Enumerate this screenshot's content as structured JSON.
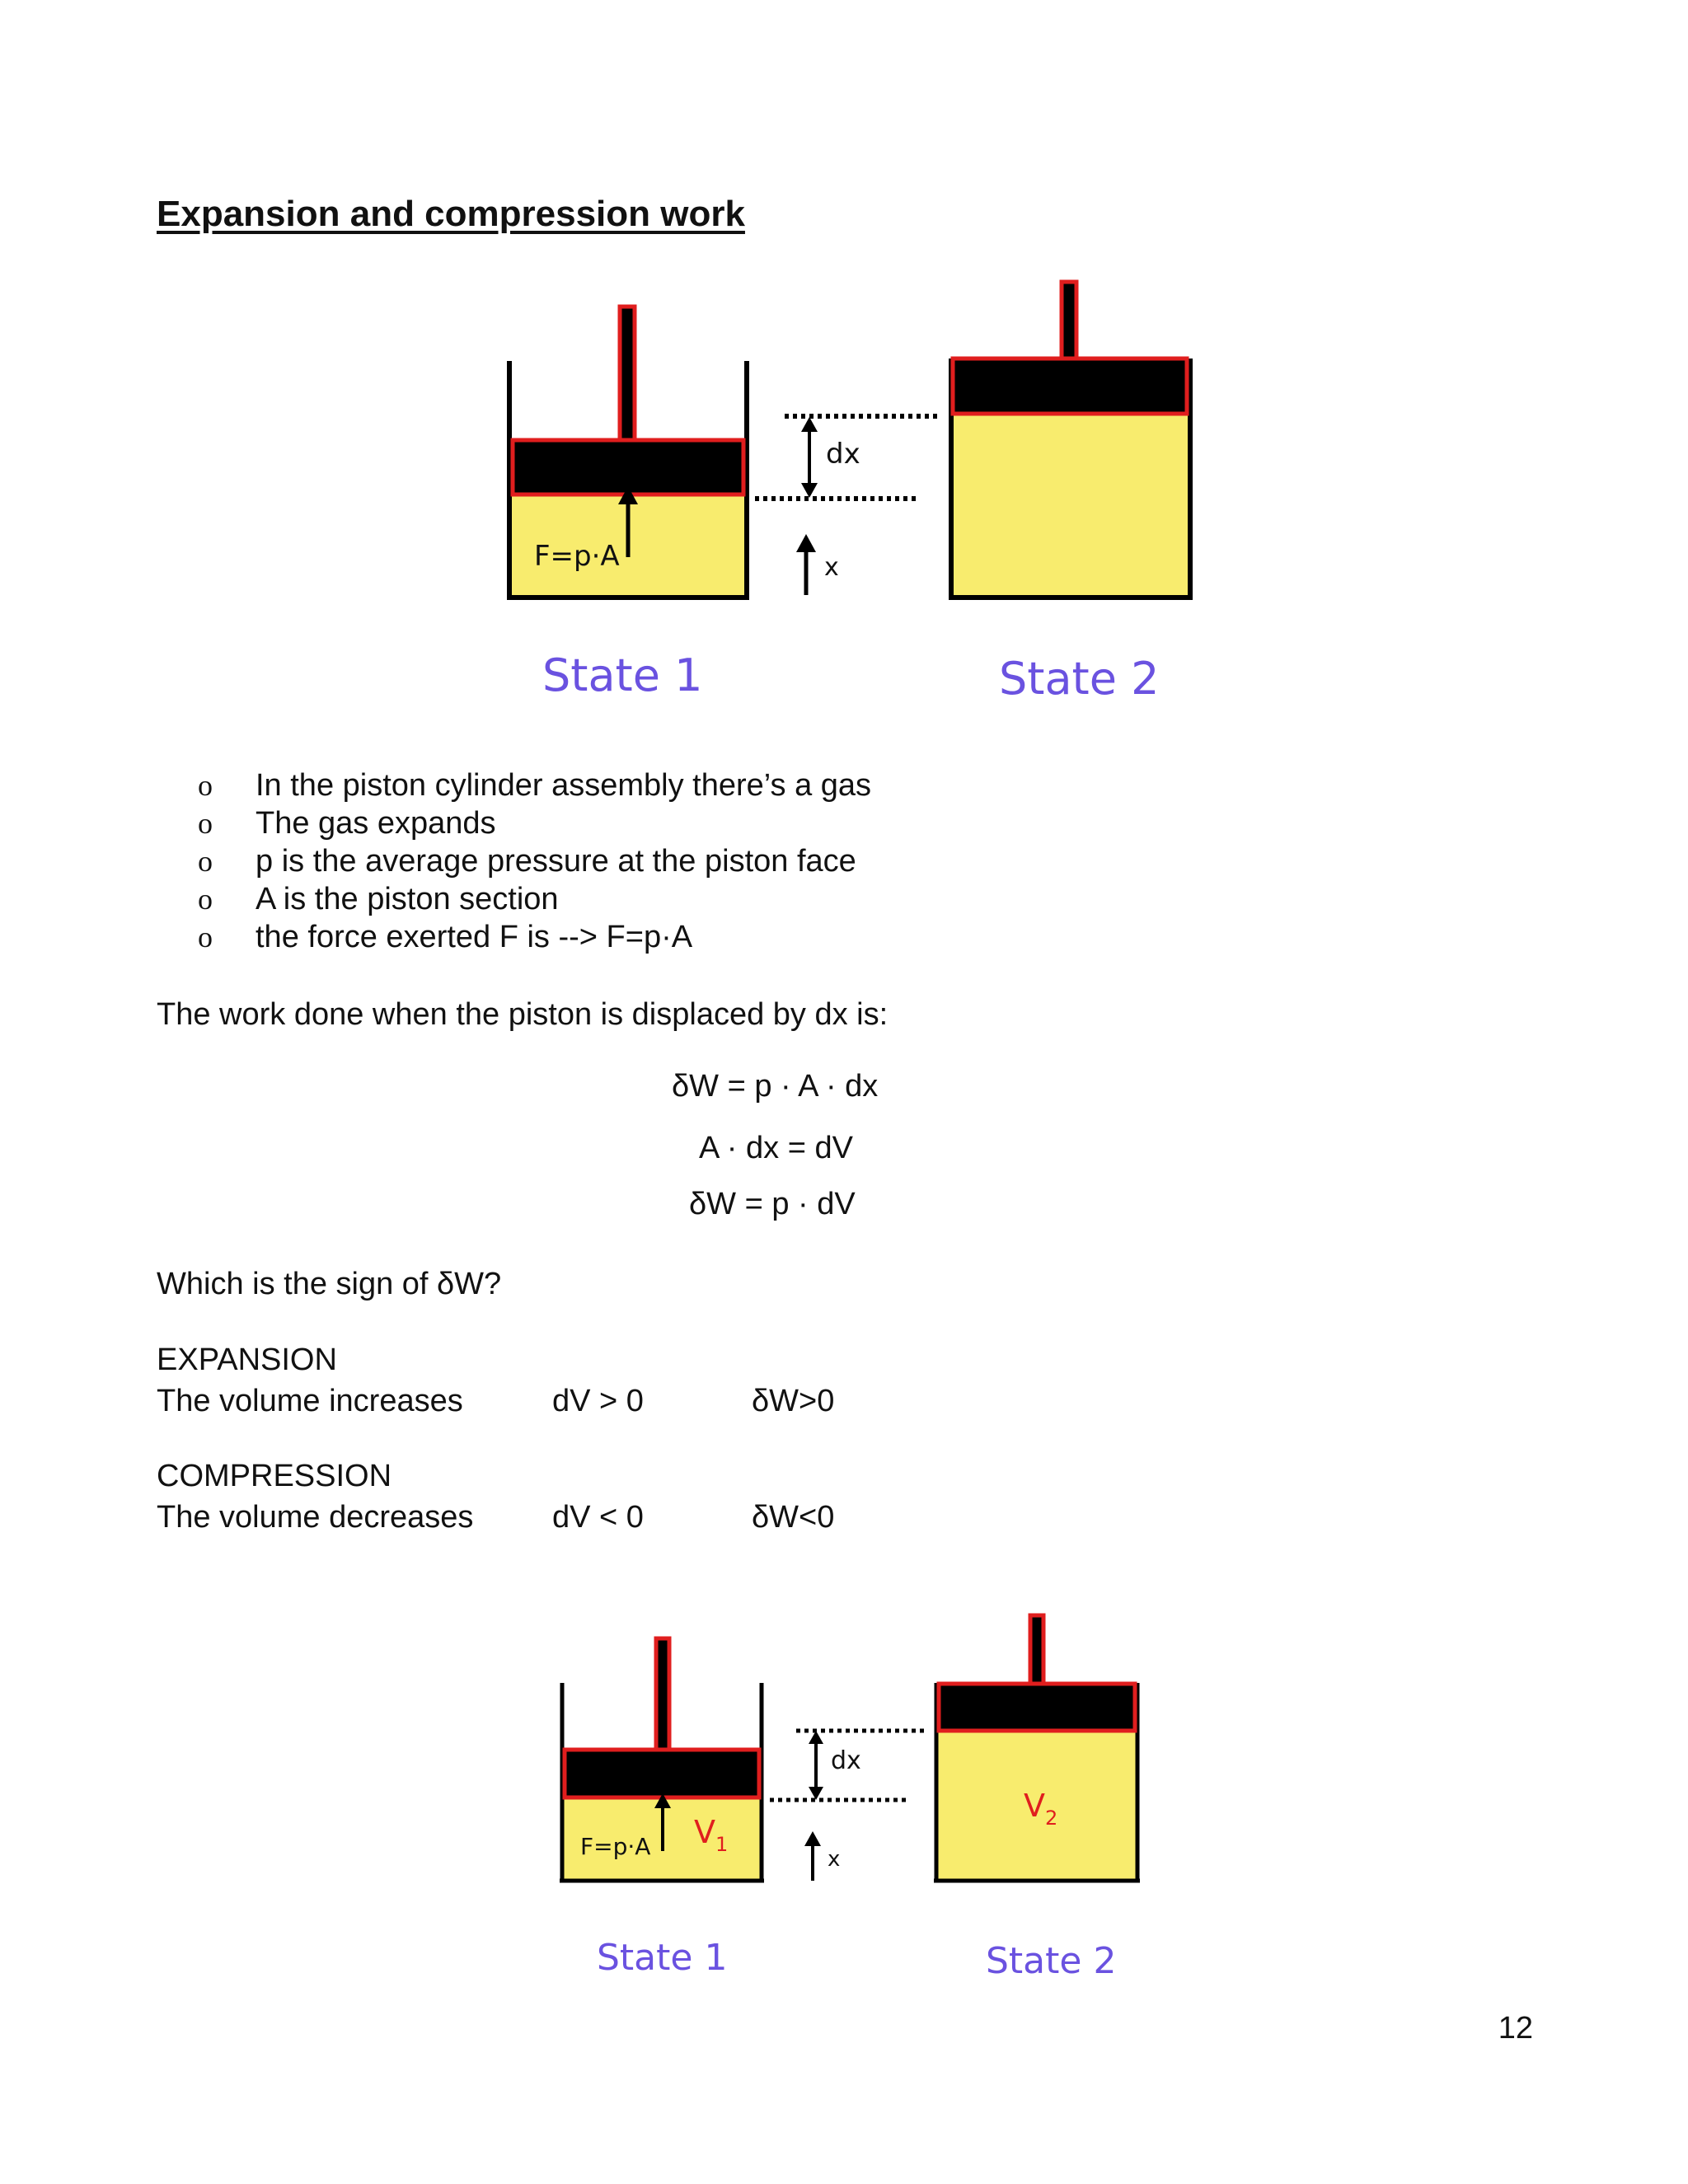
{
  "title": "Expansion and compression work",
  "figure1": {
    "force_label": "F=p·A",
    "dx_label": "dx",
    "x_label": "x",
    "state1": "State 1",
    "state2": "State 2"
  },
  "bullets": [
    "In the piston cylinder assembly there’s a gas",
    "The gas expands",
    "p is the average pressure at the piston face",
    "A is the piston section",
    "the force exerted F  is --> F=p·A"
  ],
  "bullet_marker": "o",
  "work_intro": "The work done when the piston is displaced by dx is:",
  "equations": [
    "δW = p · A · dx",
    "A · dx = dV",
    "δW = p · dV"
  ],
  "sign_question": "Which is the sign of δW?",
  "expansion": {
    "heading": "EXPANSION",
    "desc": "The volume increases",
    "dv": "dV > 0",
    "dw": "δW>0"
  },
  "compression": {
    "heading": "COMPRESSION",
    "desc": "The volume decreases",
    "dv": "dV < 0",
    "dw": "δW<0"
  },
  "figure2": {
    "force_label": "F=p·A",
    "v1_label": "V",
    "v1_sub": "1",
    "v2_label": "V",
    "v2_sub": "2",
    "dx_label": "dx",
    "x_label": "x",
    "state1": "State 1",
    "state2": "State 2"
  },
  "page_number": "12",
  "colors": {
    "gas": "#f8ec6e",
    "piston": "#000000",
    "outline": "#e01e1e",
    "state_label": "#6a52e0",
    "sub_label_red": "#e01e1e"
  }
}
